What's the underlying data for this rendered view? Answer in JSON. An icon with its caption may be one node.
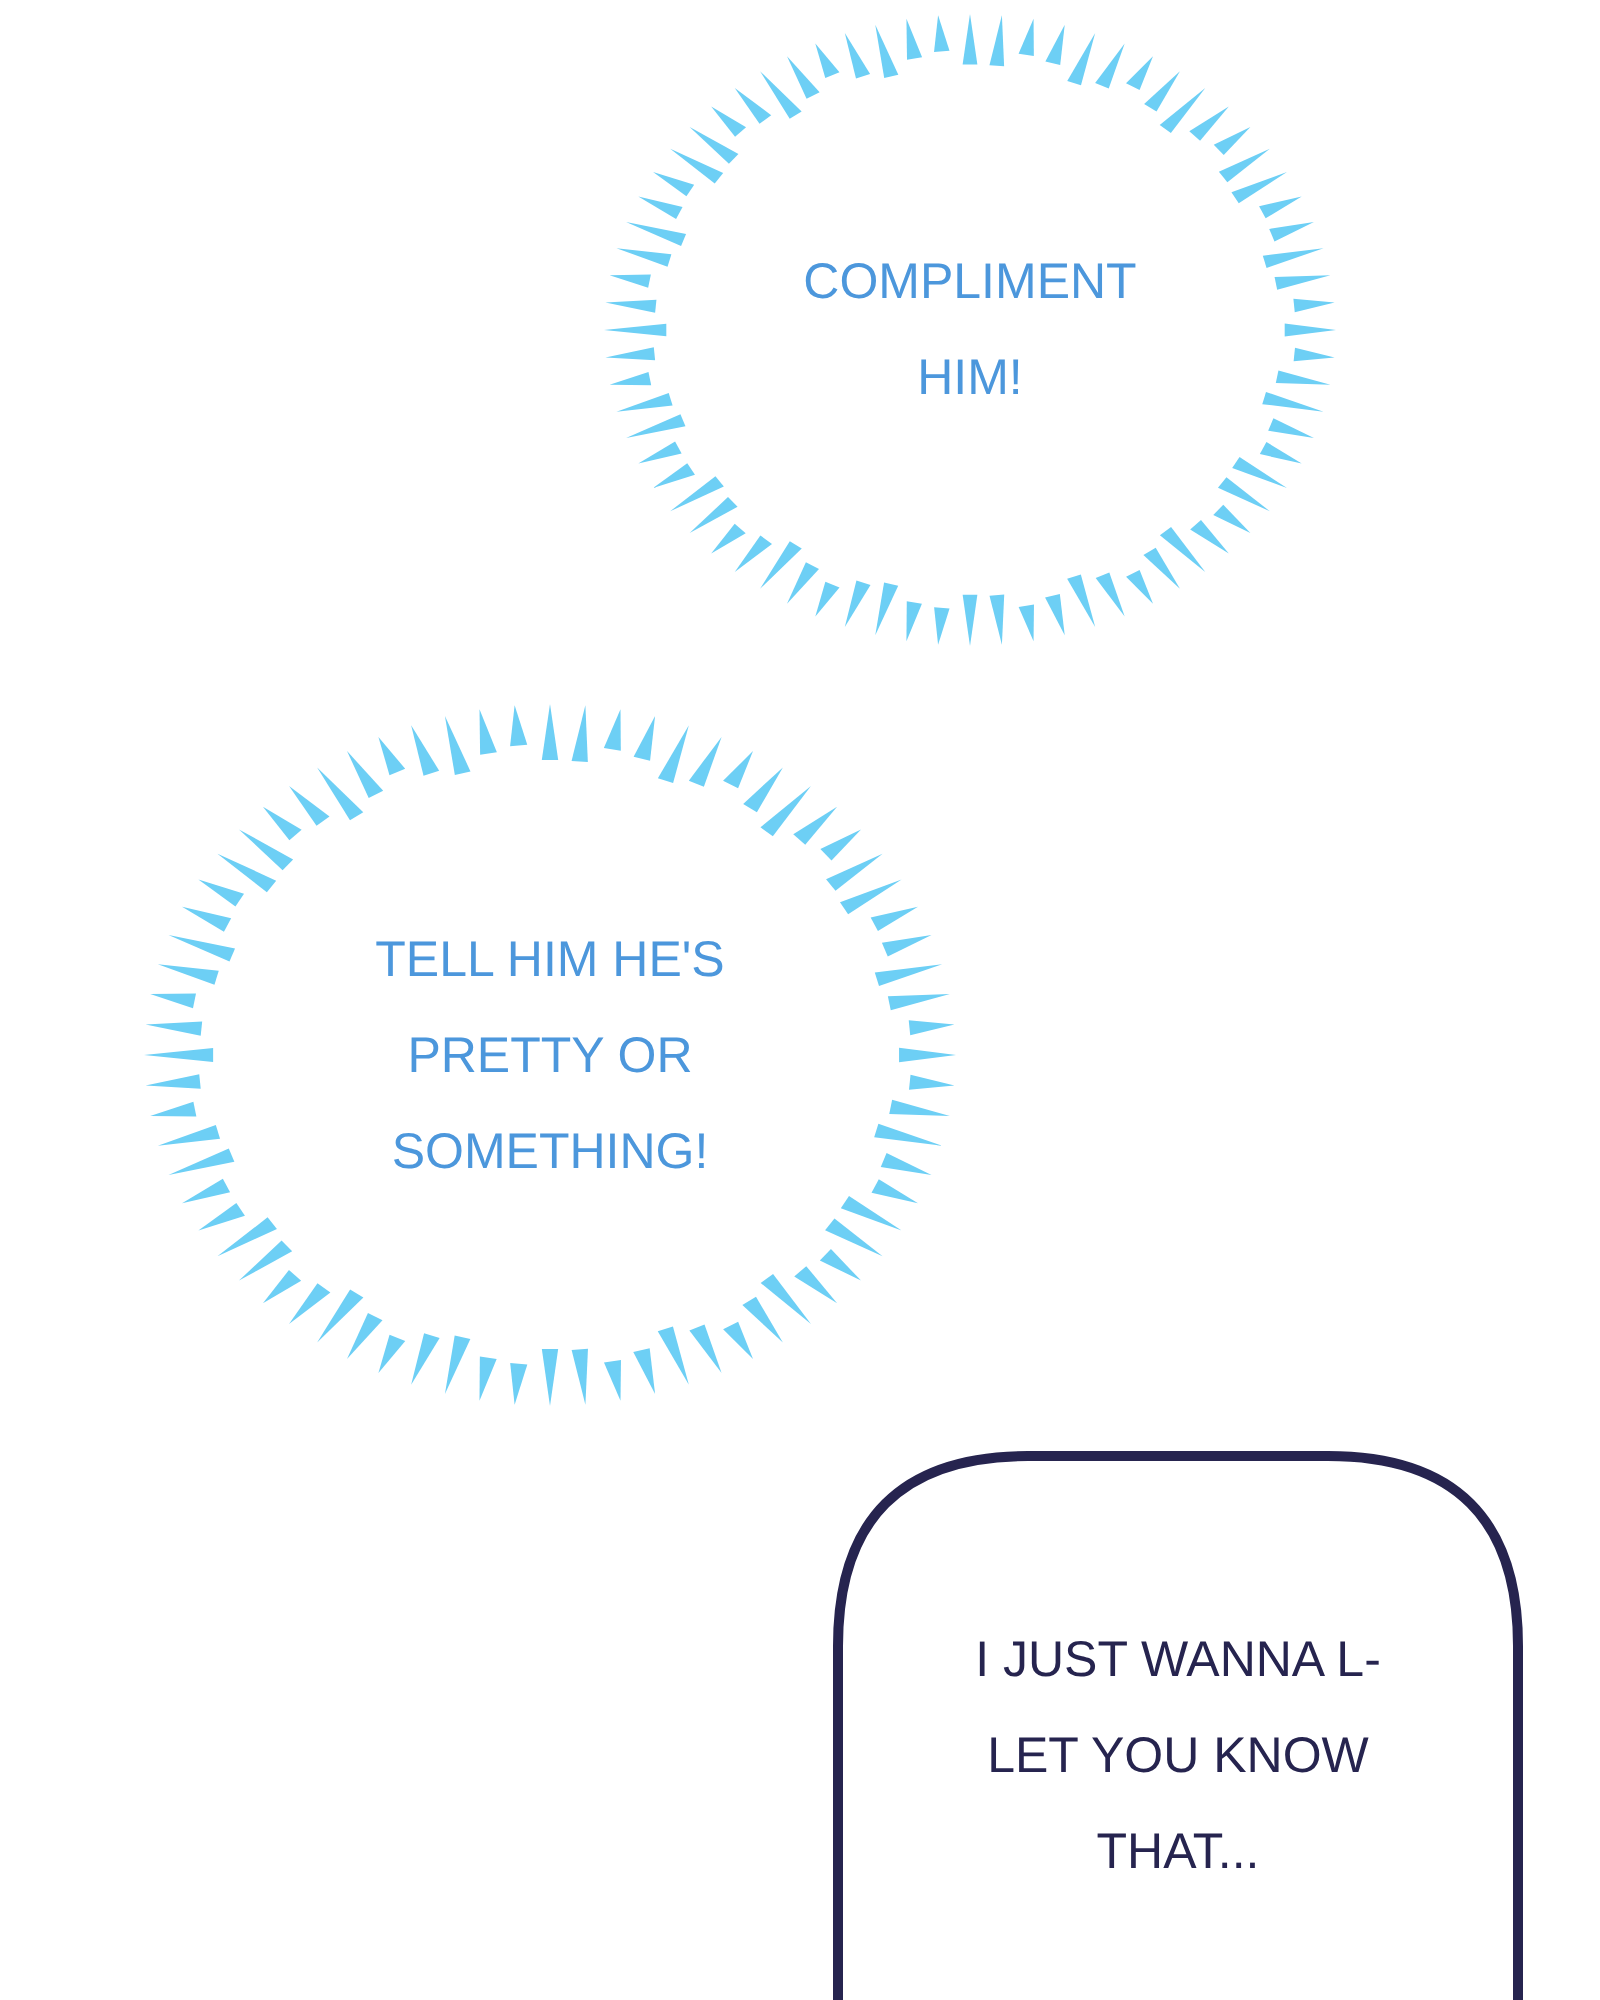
{
  "diagram": {
    "nodes": [
      {
        "text": [
          "COMPLIMENT HIM!"
        ]
      },
      {
        "text": [
          "TELL HIM HE'S PRETTY OR SOMETHING!"
        ]
      },
      {
        "text": [
          "I JUST WANNA L-LET YOU KNOW THAT..."
        ]
      }
    ]
  }
}
